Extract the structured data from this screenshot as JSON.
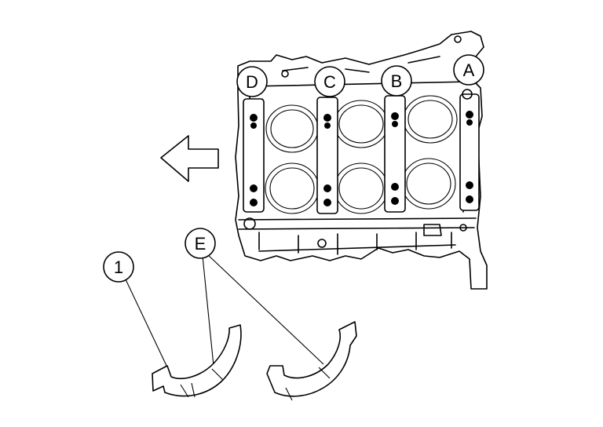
{
  "callouts": {
    "a": "A",
    "b": "B",
    "c": "C",
    "d": "D",
    "e": "E",
    "one": "1"
  },
  "colors": {
    "line": "#000000",
    "background": "#ffffff"
  },
  "icons": {
    "direction": "left-arrow-icon"
  }
}
